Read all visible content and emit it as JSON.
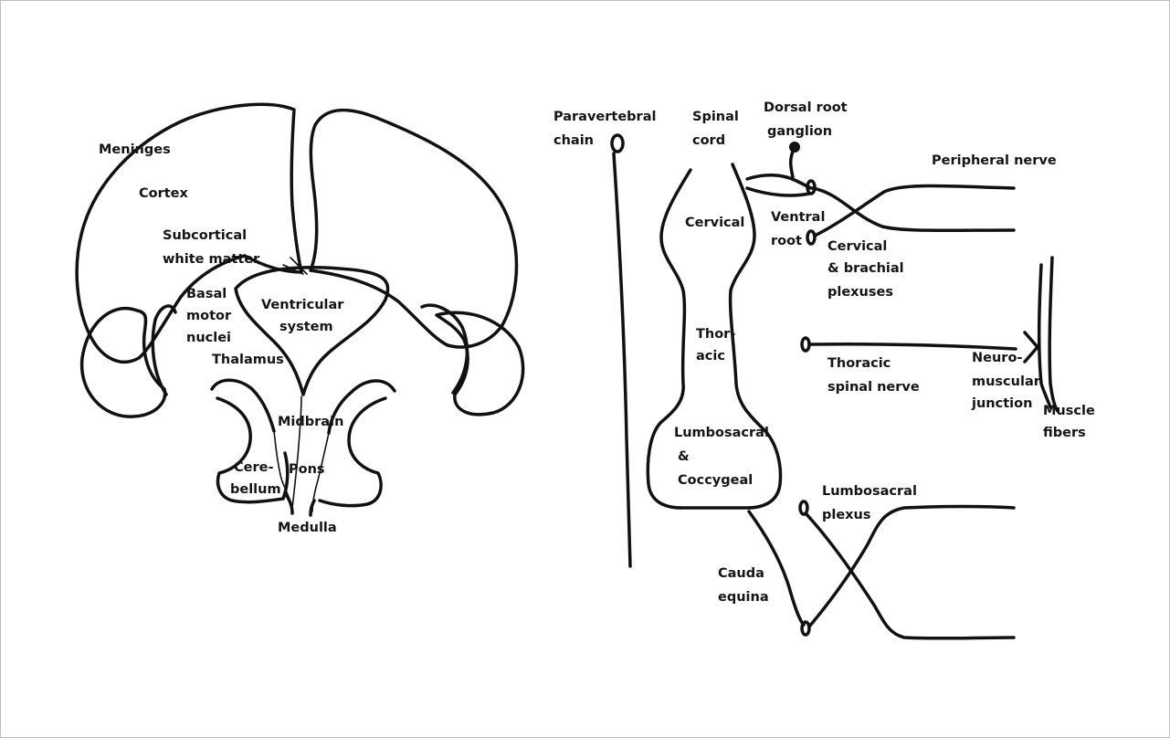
{
  "colors": {
    "ink": "#111111",
    "background": "#ffffff",
    "border": "#bdbdbd"
  },
  "brain": {
    "meninges": "Meninges",
    "cortex": "Cortex",
    "subcortical_1": "Subcortical",
    "subcortical_2": "white matter",
    "basal_1": "Basal",
    "basal_2": "motor",
    "basal_3": "nuclei",
    "ventricular_1": "Ventricular",
    "ventricular_2": "system",
    "thalamus": "Thalamus",
    "midbrain": "Midbrain",
    "cerebellum_1": "Cere-",
    "cerebellum_2": "bellum",
    "pons": "Pons",
    "medulla": "Medulla"
  },
  "peripheral": {
    "paravertebral_1": "Paravertebral",
    "paravertebral_2": "chain",
    "spinal_1": "Spinal",
    "spinal_2": "cord",
    "drg_1": "Dorsal root",
    "drg_2": "ganglion",
    "peripheral_nerve": "Peripheral nerve",
    "cervical": "Cervical",
    "ventral_1": "Ventral",
    "ventral_2": "root",
    "plexus_1": "Cervical",
    "plexus_2": "& brachial",
    "plexus_3": "plexuses",
    "thoracic_1": "Thor-",
    "thoracic_2": "acic",
    "thoracic_nerve_1": "Thoracic",
    "thoracic_nerve_2": "spinal nerve",
    "nmj_1": "Neuro-",
    "nmj_2": "muscular",
    "nmj_3": "junction",
    "muscle_1": "Muscle",
    "muscle_2": "fibers",
    "lumbo_1": "Lumbosacral",
    "lumbo_2": "&",
    "lumbo_3": "Coccygeal",
    "lumbo_plexus_1": "Lumbosacral",
    "lumbo_plexus_2": "plexus",
    "cauda_1": "Cauda",
    "cauda_2": "equina"
  }
}
